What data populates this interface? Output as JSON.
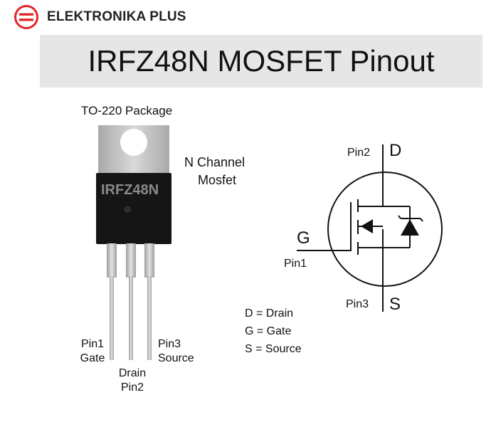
{
  "brand": {
    "name": "ELEKTRONIKA PLUS",
    "logo_icon": "elektronika-plus-logo",
    "logo_color": "#e3262b"
  },
  "title": "IRFZ48N MOSFET Pinout",
  "package": {
    "label": "TO-220 Package",
    "marking": "IRFZ48N",
    "type_label_line1": "N Channel",
    "type_label_line2": "Mosfet",
    "pins": [
      {
        "line1": "Pin1",
        "line2": "Gate"
      },
      {
        "line1": "Drain",
        "line2": "Pin2"
      },
      {
        "line1": "Pin3",
        "line2": "Source"
      }
    ]
  },
  "symbol": {
    "drain_letter": "D",
    "gate_letter": "G",
    "source_letter": "S",
    "drain_pin": "Pin2",
    "gate_pin": "Pin1",
    "source_pin": "Pin3"
  },
  "legend": [
    "D = Drain",
    "G = Gate",
    "S = Source"
  ],
  "colors": {
    "title_bar": "#e6e6e6",
    "tab_metal": "#bfbfbf",
    "body": "#151515",
    "leads": "#c8c8c8",
    "symbol_line": "#111111"
  }
}
